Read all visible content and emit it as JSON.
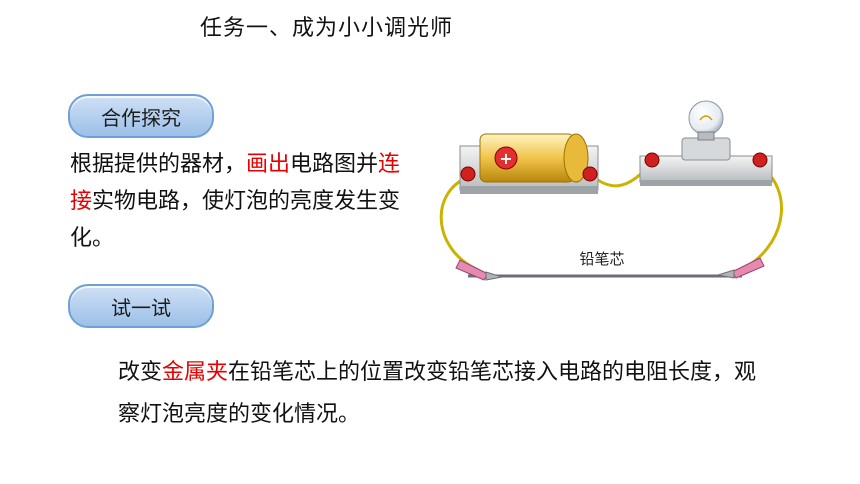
{
  "title": "任务一、成为小小调光师",
  "section1": {
    "label": "合作探究"
  },
  "paragraph1": {
    "part1": "根据提供的器材，",
    "highlight1": "画出",
    "part2": "电路图并",
    "highlight2": "连接",
    "part3": "实物电路，使灯泡的亮度发生变化。"
  },
  "section2": {
    "label": "试一试"
  },
  "paragraph2": {
    "part1": "改变",
    "highlight": "金属夹",
    "part2": "在铅笔芯上的位置改变铅笔芯接入电路的电阻长度，观察灯泡亮度的变化情况。"
  },
  "diagram": {
    "pencil_label": "铅笔芯",
    "battery_symbol": "+"
  },
  "colors": {
    "highlight": "#e60000",
    "pill": "#9cc0e8"
  }
}
